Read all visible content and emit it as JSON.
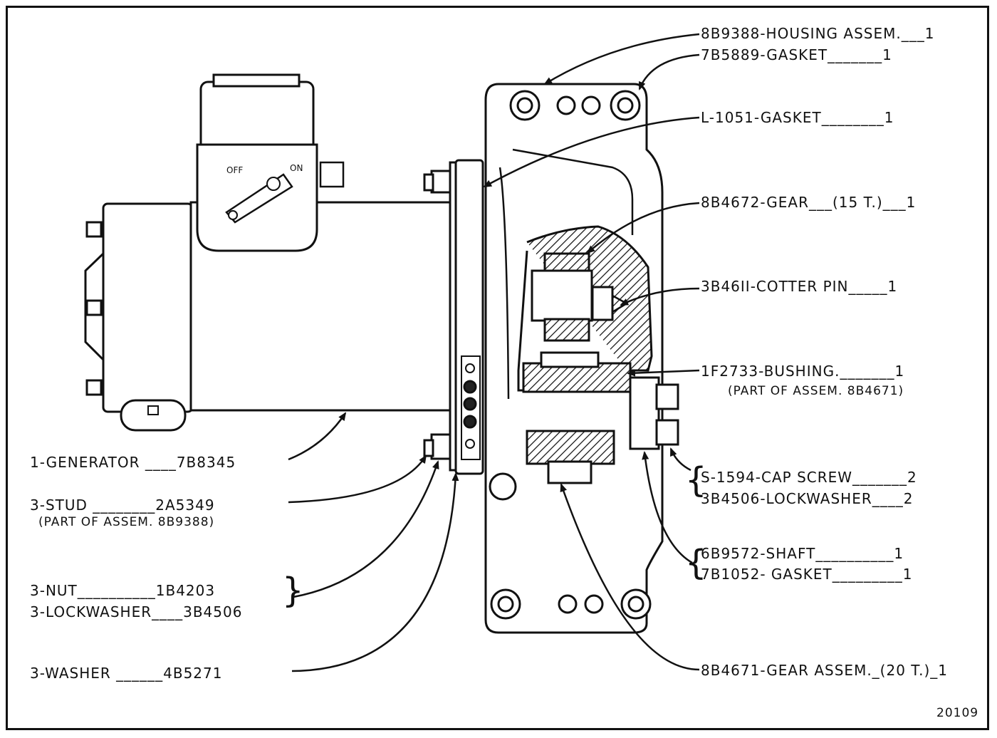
{
  "callouts": {
    "housing": "8B9388-HOUSING ASSEM.___1",
    "gasket_7b5889": "7B5889-GASKET_______1",
    "gasket_l1051": "L-1051-GASKET________1",
    "gear_8b4672": "8B4672-GEAR___(15 T.)___1",
    "cotter_pin": "3B46II-COTTER PIN_____1",
    "bushing": "1F2733-BUSHING._______1",
    "bushing_note": "(PART OF ASSEM. 8B4671)",
    "cap_screw": "S-1594-CAP SCREW_______2",
    "lockwasher_right": "3B4506-LOCKWASHER____2",
    "shaft": "6B9572-SHAFT__________1",
    "gasket_7b1052": "7B1052- GASKET_________1",
    "gear_assem": "8B4671-GEAR ASSEM._(20 T.)_1",
    "generator": "1-GENERATOR ____7B8345",
    "stud": "3-STUD ________2A5349",
    "stud_note": "(PART OF ASSEM. 8B9388)",
    "nut": "3-NUT__________1B4203",
    "lockwasher_left": "3-LOCKWASHER____3B4506",
    "washer": "3-WASHER ______4B5271"
  },
  "switch": {
    "off": "OFF",
    "on": "ON"
  },
  "figure_number": "20109"
}
